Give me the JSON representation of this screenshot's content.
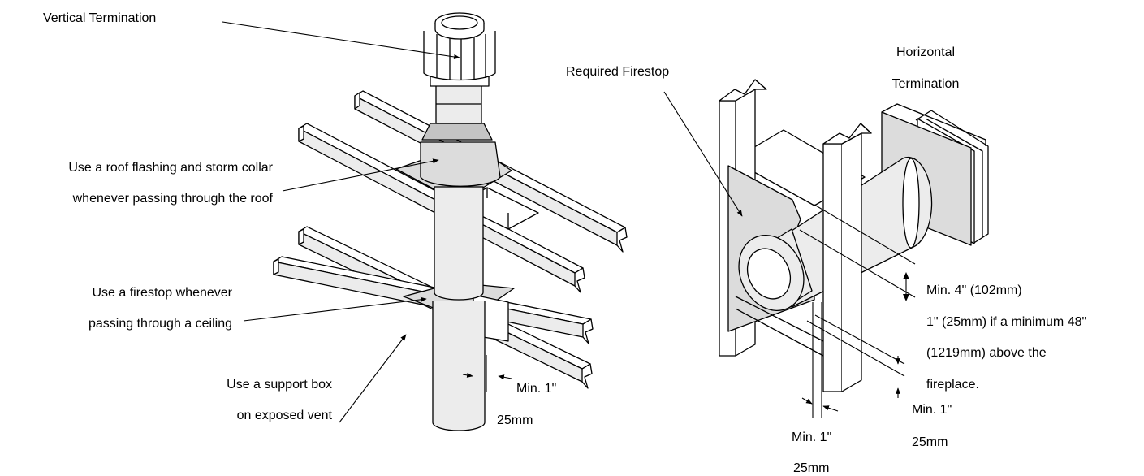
{
  "diagram": {
    "labels": {
      "vertical_termination": "Vertical Termination",
      "roof_flashing_line1": "Use a roof flashing and storm collar",
      "roof_flashing_line2": "whenever passing through the roof",
      "firestop_ceiling_line1": "Use a firestop whenever",
      "firestop_ceiling_line2": "passing through a ceiling",
      "support_box_line1": "Use a support box",
      "support_box_line2": "on exposed vent",
      "left_clearance_line1": "Min. 1\"",
      "left_clearance_line2": "25mm",
      "required_firestop": "Required Firestop",
      "horizontal_termination_line1": "Horizontal",
      "horizontal_termination_line2": "Termination",
      "top_clearance_line1": "Min. 4\" (102mm)",
      "top_clearance_line2": "1\" (25mm) if a minimum 48\"",
      "top_clearance_line3": "(1219mm) above the",
      "top_clearance_line4": "fireplace.",
      "right_clearance_line1": "Min. 1\"",
      "right_clearance_line2": "25mm",
      "bottom_clearance_line1": "Min. 1\"",
      "bottom_clearance_line2": "25mm"
    },
    "colors": {
      "line": "#000000",
      "fill_light": "#ececec",
      "fill_gray": "#dcdcdc",
      "fill_dark": "#c4c4c4",
      "background": "#ffffff"
    }
  }
}
